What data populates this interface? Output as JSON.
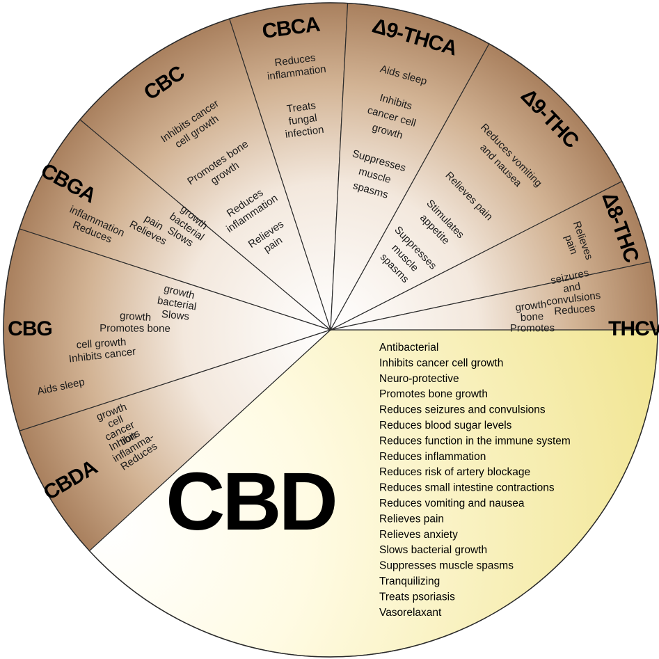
{
  "sectors": [
    {
      "name": "CBD",
      "effects": [
        "Antibacterial",
        "Inhibits cancer cell growth",
        "Neuro-protective",
        "Promotes bone growth",
        "Reduces seizures and convulsions",
        "Reduces blood sugar levels",
        "Reduces function in the immune system",
        "Reduces inflammation",
        "Reduces risk of artery blockage",
        "Reduces small intestine contractions",
        "Reduces vomiting and nausea",
        "Relieves pain",
        "Relieves anxiety",
        "Slows bacterial growth",
        "Suppresses muscle spasms",
        "Tranquilizing",
        "Treats psoriasis",
        "Vasorelaxant"
      ]
    },
    {
      "name": "CBDA",
      "effects": [
        [
          "Reduces",
          "inflamma-",
          "tion"
        ],
        [
          "Inhibits",
          "cancer",
          "cell",
          "growth"
        ]
      ]
    },
    {
      "name": "CBG",
      "effects": [
        [
          "Aids sleep"
        ],
        [
          "Inhibits cancer",
          "cell growth"
        ],
        [
          "Promotes bone",
          "growth"
        ],
        [
          "Slows",
          "bacterial",
          "growth"
        ]
      ]
    },
    {
      "name": "CBGA",
      "effects": [
        [
          "Reduces",
          "inflammation"
        ],
        [
          "Relieves",
          "pain"
        ],
        [
          "Slows",
          "bacterial",
          "growth"
        ]
      ]
    },
    {
      "name": "CBC",
      "effects": [
        [
          "Inhibits cancer",
          "cell growth"
        ],
        [
          "Promotes bone",
          "growth"
        ],
        [
          "Reduces",
          "inflammation"
        ],
        [
          "Relieves",
          "pain"
        ]
      ]
    },
    {
      "name": "CBCA",
      "effects": [
        [
          "Reduces",
          "inflammation"
        ],
        [
          "Treats",
          "fungal",
          "infection"
        ]
      ]
    },
    {
      "name": "Δ9-THCA",
      "effects": [
        [
          "Aids sleep"
        ],
        [
          "Inhibits",
          "cancer cell",
          "growth"
        ],
        [
          "Suppresses",
          "muscle",
          "spasms"
        ]
      ]
    },
    {
      "name": "Δ9-THC",
      "effects": [
        [
          "Reduces vomiting",
          "and nausea"
        ],
        [
          "Relieves pain"
        ],
        [
          "Stimulates",
          "appetite"
        ],
        [
          "Suppresses",
          "muscle",
          "spasms"
        ]
      ]
    },
    {
      "name": "Δ8-THC",
      "effects": [
        [
          "Relieves",
          "pain"
        ]
      ]
    },
    {
      "name": "THCV",
      "effects": [
        [
          "Reduces",
          "convulsions",
          "and",
          "seizures"
        ],
        [
          "Promotes",
          "bone",
          "growth"
        ]
      ]
    }
  ],
  "colors": {
    "sector_dark": "#a9805e",
    "sector_mid": "#dcc4a8",
    "sector_light": "#ffffff",
    "cbd_light": "#fffbe0",
    "cbd_dark": "#f3e89a",
    "border": "#2b2b2b"
  }
}
